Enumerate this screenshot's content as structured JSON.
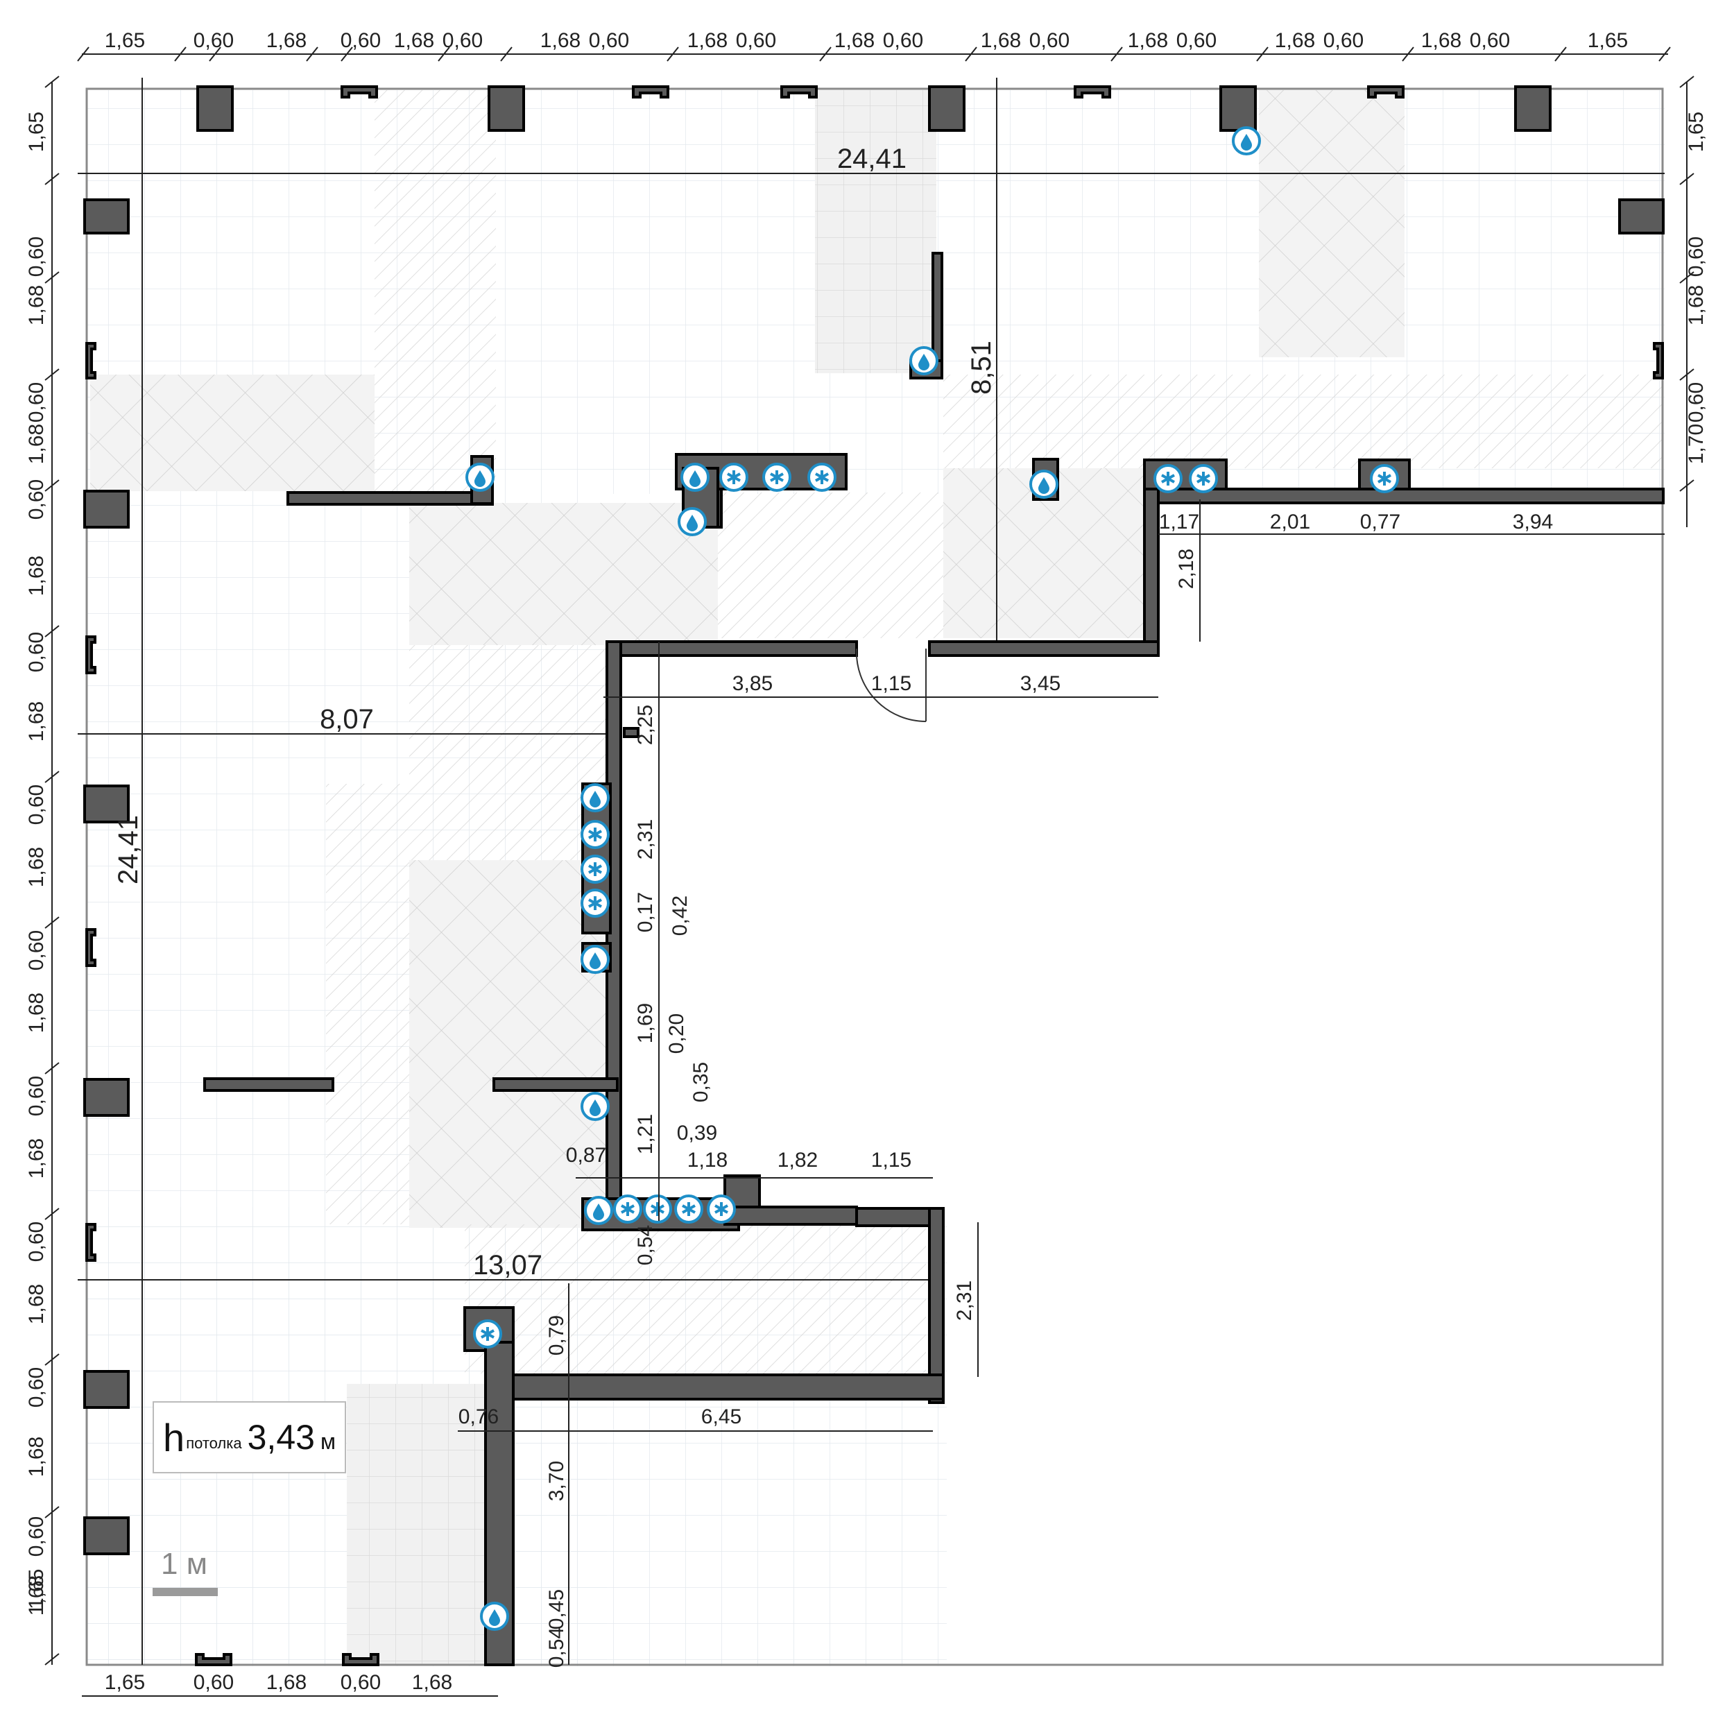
{
  "plan": {
    "ceiling_height": {
      "h": "h",
      "subscript": "потолка",
      "value": "3,43",
      "unit": "м"
    },
    "scale_label": "1 м",
    "top_dims": [
      "1,65",
      "0,60",
      "1,68",
      "0,60",
      "1,68",
      "0,60",
      "1,68",
      "0,60",
      "1,68",
      "0,60",
      "1,68",
      "0,60",
      "1,68",
      "0,60",
      "1,68",
      "0,60",
      "1,68",
      "0,60",
      "1,68",
      "0,60",
      "1,65"
    ],
    "left_dims": [
      "1,65",
      "1,68",
      "0,60",
      "1,68",
      "0,60",
      "1,68",
      "0,60",
      "1,68",
      "0,60",
      "1,68",
      "0,60",
      "1,68",
      "0,60",
      "1,68",
      "0,60",
      "1,68",
      "0,60",
      "1,68",
      "0,60",
      "1,68",
      "0,60",
      "1,65"
    ],
    "right_dims": [
      "1,65",
      "1,68",
      "0,60",
      "1,70",
      "0,60"
    ],
    "bottom_dims": [
      "1,65",
      "0,60",
      "1,68",
      "0,60",
      "1,68"
    ],
    "overall_top": "24,41",
    "overall_left": "24,41",
    "width_8_07": "8,07",
    "width_13_07": "13,07",
    "height_8_51": "8,51",
    "inner_dims": {
      "d_1_17": "1,17",
      "d_2_01": "2,01",
      "d_0_77": "0,77",
      "d_3_94": "3,94",
      "d_2_18": "2,18",
      "d_3_85": "3,85",
      "d_1_15a": "1,15",
      "d_3_45": "3,45",
      "d_2_25": "2,25",
      "d_2_31a": "2,31",
      "d_0_17": "0,17",
      "d_0_42": "0,42",
      "d_1_69": "1,69",
      "d_0_20": "0,20",
      "d_0_35": "0,35",
      "d_1_21": "1,21",
      "d_0_39": "0,39",
      "d_0_87": "0,87",
      "d_1_18": "1,18",
      "d_1_82": "1,82",
      "d_1_15b": "1,15",
      "d_0_54a": "0,54",
      "d_2_31b": "2,31",
      "d_0_79": "0,79",
      "d_0_76": "0,76",
      "d_6_45": "6,45",
      "d_3_70": "3,70",
      "d_0_45": "0,45",
      "d_0_54b": "0,54"
    },
    "icons": {
      "water": "water-drop-icon",
      "vent": "fan-icon"
    },
    "colors": {
      "wall": "#5b5b5b",
      "icon": "#1f8fc8",
      "hatch": "#d8d8d8"
    }
  }
}
